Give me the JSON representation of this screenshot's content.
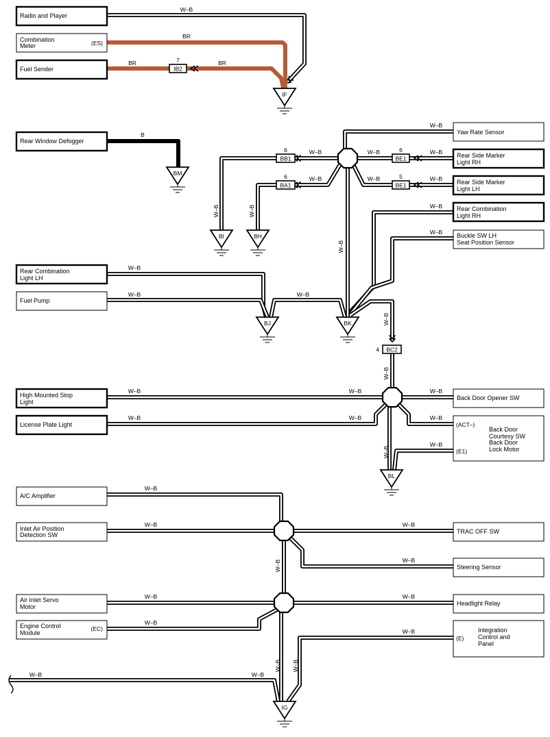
{
  "wire_colors": {
    "wb": "#000000",
    "br": "#b85a32",
    "b": "#000000"
  },
  "components": {
    "radio_player": [
      "Radio and Player"
    ],
    "combination_meter": [
      "Combination",
      "Meter"
    ],
    "combination_meter_pin": "(ES)",
    "fuel_sender": [
      "Fuel Sender"
    ],
    "rear_window_defogger": [
      "Rear Window Defogger"
    ],
    "yaw_rate_sensor": [
      "Yaw Rate Sensor"
    ],
    "rear_side_marker_rh": [
      "Rear Side Marker",
      "Light RH"
    ],
    "rear_side_marker_lh": [
      "Rear Side Marker",
      "Light LH"
    ],
    "rear_combination_rh": [
      "Rear Combination",
      "Light RH"
    ],
    "buckle_sw_lh": [
      "Buckle SW LH",
      "Seat Position Sensor"
    ],
    "rear_combination_lh": [
      "Rear Combination",
      "Light LH"
    ],
    "fuel_pump": [
      "Fuel Pump"
    ],
    "high_mounted_stop": [
      "High Mounted Stop",
      "Light"
    ],
    "license_plate": [
      "License Plate Light"
    ],
    "back_door_opener": [
      "Back Door Opener SW"
    ],
    "back_door_courtesy": [
      "Back Door",
      "Courtesy SW",
      "Back Door",
      "Lock Motor"
    ],
    "back_door_pin_act": "(ACT–)",
    "back_door_pin_e1": "(E1)",
    "ac_amplifier": [
      "A/C Amplifier"
    ],
    "inlet_air_position": [
      "Inlet Air Position",
      "Detection SW"
    ],
    "trac_off": [
      "TRAC OFF SW"
    ],
    "steering_sensor": [
      "Steering Sensor"
    ],
    "air_inlet_servo": [
      "Air Inlet Servo",
      "Motor"
    ],
    "headlight_relay": [
      "Headlight Relay"
    ],
    "engine_control": [
      "Engine Control",
      "Module"
    ],
    "engine_control_pin": "(EC)",
    "integration_panel": [
      "Integration",
      "Control and",
      "Panel"
    ],
    "integration_panel_pin": "(E)"
  },
  "connectors": {
    "ib2": {
      "label": "IB2",
      "pin": "7"
    },
    "bb1": {
      "label": "BB1",
      "pin": "6"
    },
    "ba1": {
      "label": "BA1",
      "pin": "6"
    },
    "be1_rh": {
      "label": "BE1",
      "pin": "6"
    },
    "be1_lh": {
      "label": "BE1",
      "pin": "5"
    },
    "bc2": {
      "label": "BC2",
      "pin": "4"
    }
  },
  "grounds": {
    "if": "IF",
    "bm": "BM",
    "bi": "BI",
    "bh": "BH",
    "bj": "BJ",
    "bk": "BK",
    "bl": "BL",
    "ig": "IG"
  },
  "wires": {
    "wb": "W–B",
    "br": "BR",
    "b": "B"
  }
}
